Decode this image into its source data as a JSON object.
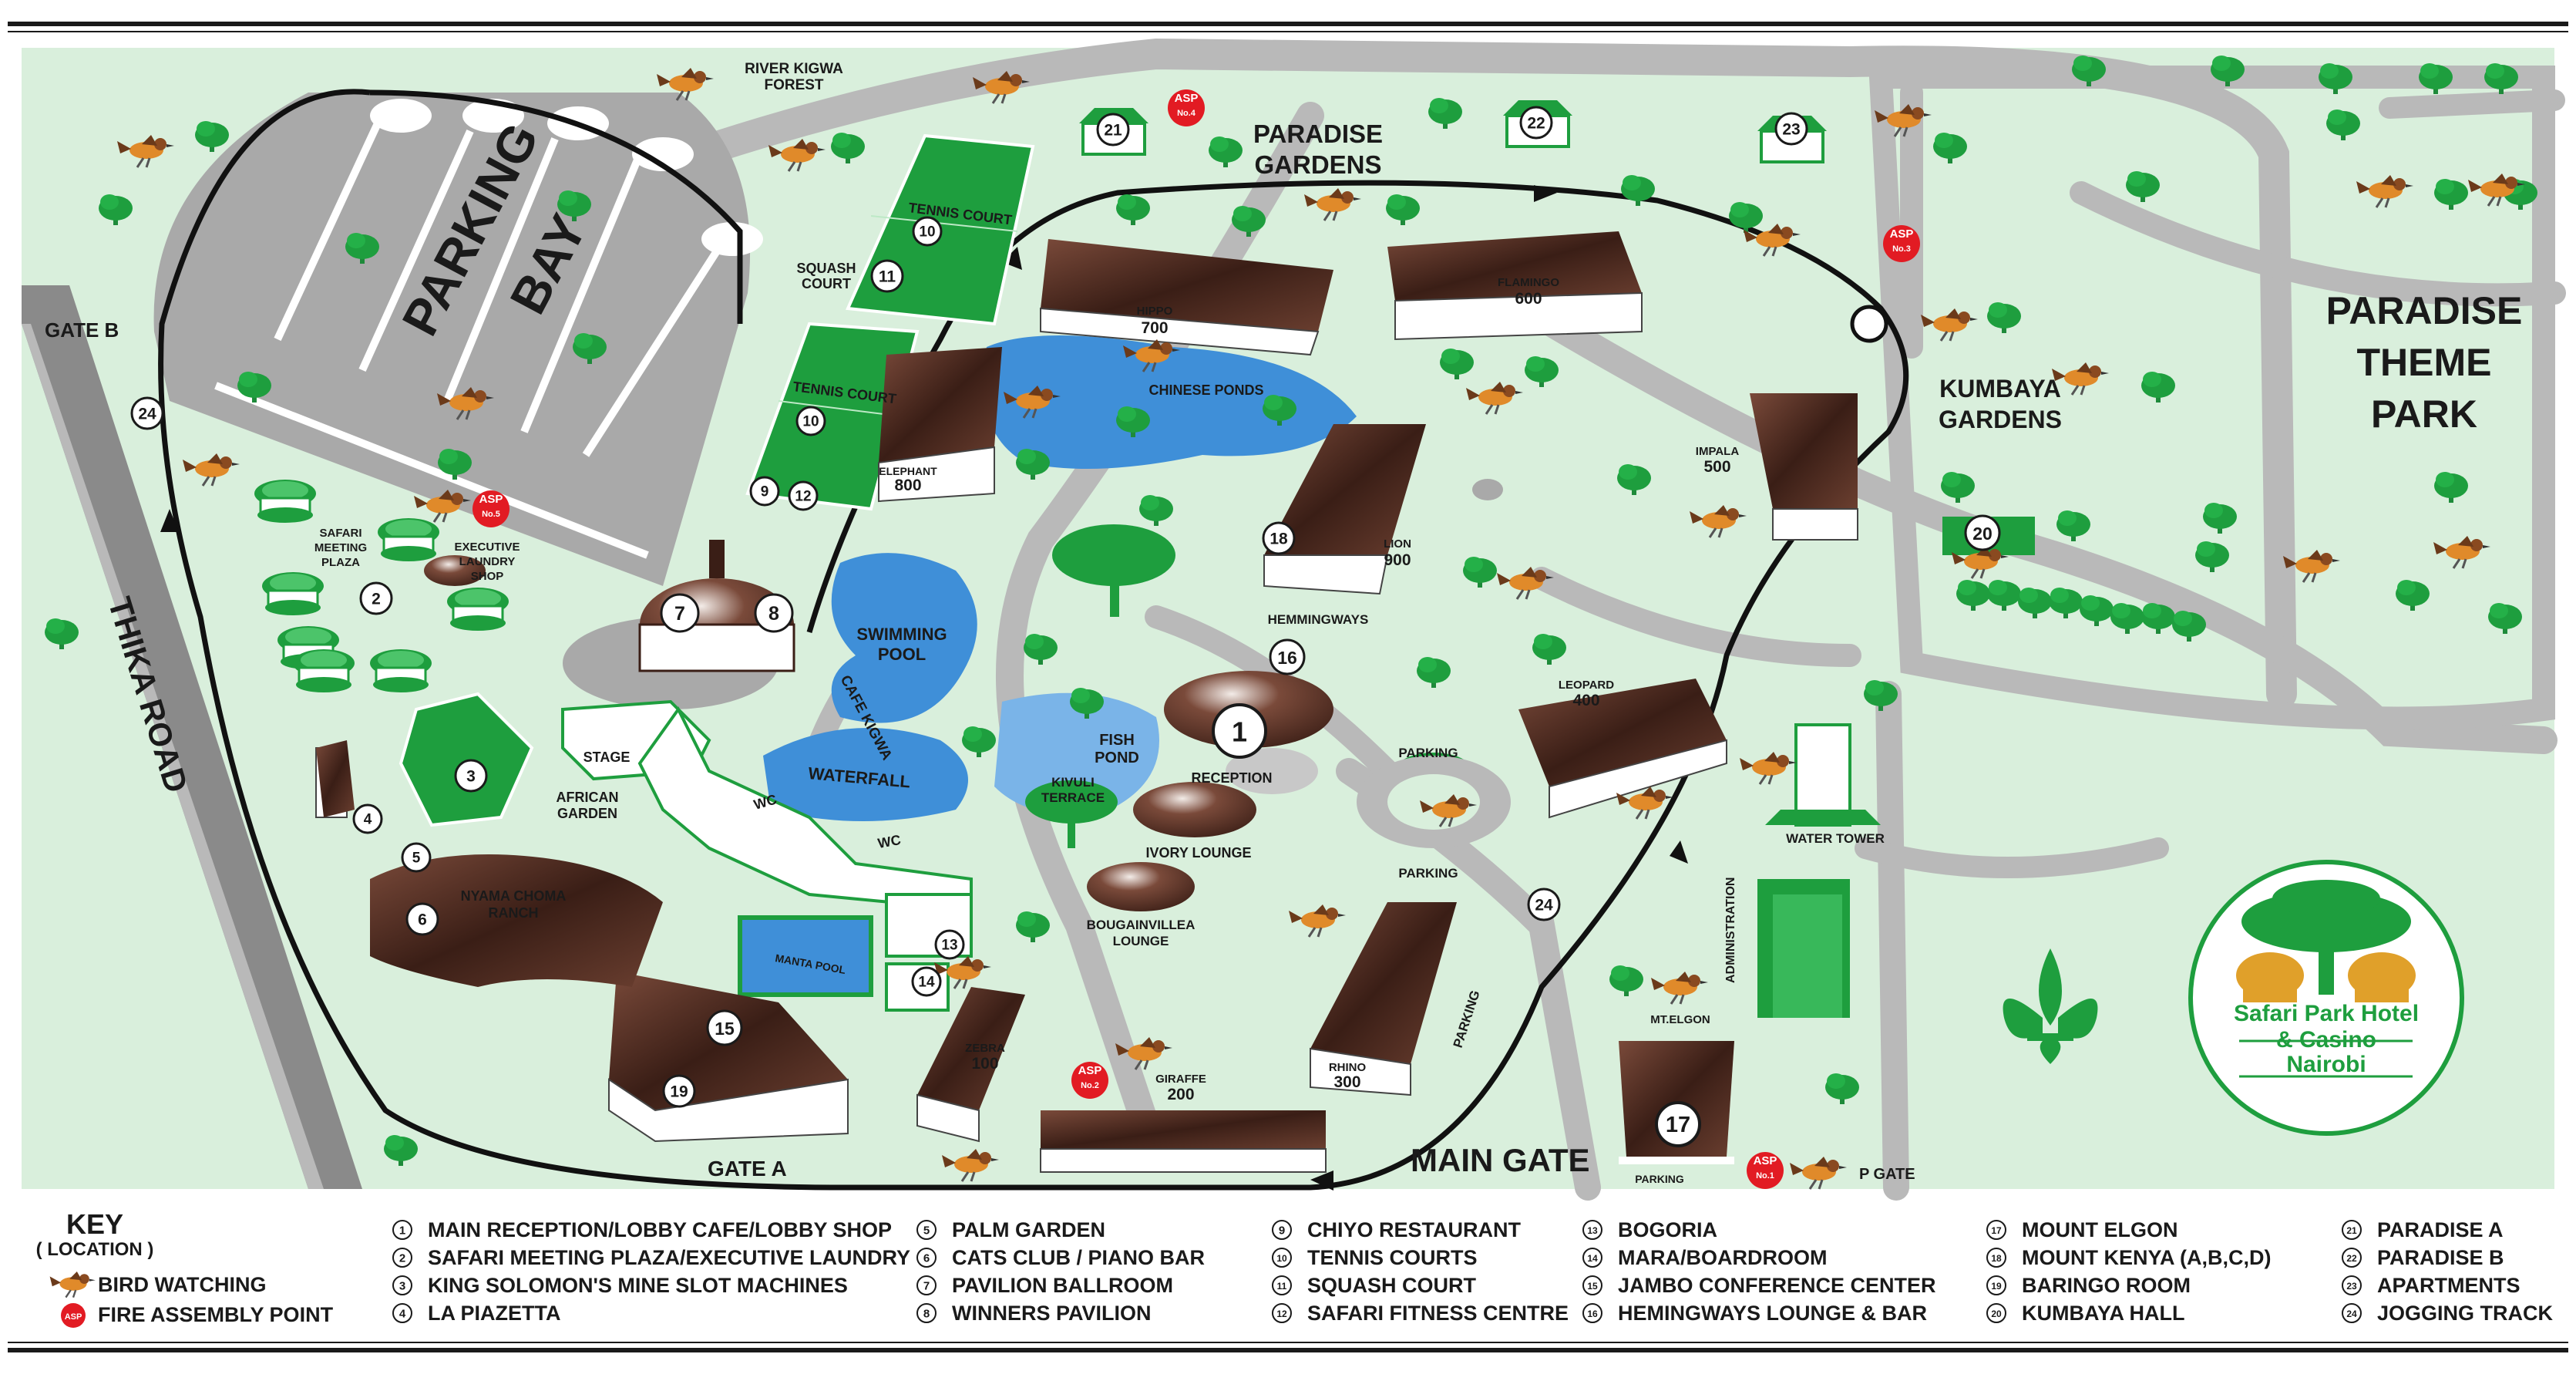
{
  "map": {
    "title_region": "PARADISE THEME PARK",
    "title_lines": [
      "PARADISE",
      "THEME",
      "PARK"
    ],
    "labels": {
      "river_forest": [
        "RIVER KIGWA",
        "FOREST"
      ],
      "parking_bay": [
        "PARKING",
        "BAY"
      ],
      "gate_b": "GATE B",
      "thika_road": "THIKA ROAD",
      "gate_a": "GATE A",
      "main_gate": "MAIN GATE",
      "p_gate": "P GATE",
      "paradise_gardens": [
        "PARADISE",
        "GARDENS"
      ],
      "kumbaya_gardens": [
        "KUMBAYA",
        "GARDENS"
      ],
      "tennis_court": "TENNIS COURT",
      "squash_court": [
        "SQUASH",
        "COURT"
      ],
      "chinese_ponds": "CHINESE PONDS",
      "swimming_pool": [
        "SWIMMING",
        "POOL"
      ],
      "waterfall": "WATERFALL",
      "fish_pond": [
        "FISH",
        "POND"
      ],
      "kivuli_terrace": [
        "KIVULI",
        "TERRACE"
      ],
      "cafe_kigwa": "CAFE KIGWA",
      "stage": "STAGE",
      "african_garden": [
        "AFRICAN",
        "GARDEN"
      ],
      "wc": "WC",
      "nyama_choma": [
        "NYAMA CHOMA",
        "RANCH"
      ],
      "manta_pool": "MANTA POOL",
      "safari_meeting": [
        "SAFARI",
        "MEETING",
        "PLAZA"
      ],
      "executive_laundry": [
        "EXECUTIVE",
        "LAUNDRY",
        "SHOP"
      ],
      "reception": "RECEPTION",
      "ivory_lounge": "IVORY LOUNGE",
      "bougainvillea": [
        "BOUGAINVILLEA",
        "LOUNGE"
      ],
      "hemmingways": "HEMMINGWAYS",
      "parking": "PARKING",
      "administration": "ADMINISTRATION",
      "water_tower": "WATER TOWER",
      "mt_elgon": "MT.ELGON",
      "hippo": [
        "HIPPO",
        "700"
      ],
      "flamingo": [
        "FLAMINGO",
        "600"
      ],
      "elephant": [
        "ELEPHANT",
        "800"
      ],
      "lion": [
        "LION",
        "900"
      ],
      "impala": [
        "IMPALA",
        "500"
      ],
      "leopard": [
        "LEOPARD",
        "400"
      ],
      "zebra": [
        "ZEBRA",
        "100"
      ],
      "giraffe": [
        "GIRAFFE",
        "200"
      ],
      "rhino": [
        "RHINO",
        "300"
      ]
    },
    "asp_points": [
      {
        "line1": "ASP",
        "line2": "No.1"
      },
      {
        "line1": "ASP",
        "line2": "No.2"
      },
      {
        "line1": "ASP",
        "line2": "No.3"
      },
      {
        "line1": "ASP",
        "line2": "No.4"
      },
      {
        "line1": "ASP",
        "line2": "No.5"
      }
    ],
    "numbers": [
      "1",
      "2",
      "3",
      "4",
      "5",
      "6",
      "7",
      "8",
      "9",
      "10",
      "11",
      "12",
      "13",
      "14",
      "15",
      "16",
      "17",
      "18",
      "19",
      "20",
      "21",
      "22",
      "23",
      "24"
    ],
    "logo": {
      "line1": "Safari Park Hotel",
      "line2": "& Casino",
      "line3": "Nairobi"
    },
    "colors": {
      "grass": "#d9efdc",
      "road": "#b9b9b9",
      "green": "#1e9e3e",
      "brown": "#4a2a20",
      "water": "#3f8fd8",
      "asp_red": "#e21b23"
    }
  },
  "key": {
    "title": "KEY",
    "subtitle": "( LOCATION )",
    "legend": [
      {
        "icon": "bird-icon",
        "label": "BIRD WATCHING"
      },
      {
        "icon": "fire-assembly-icon",
        "label": "FIRE ASSEMBLY POINT",
        "badge": "ASP"
      }
    ],
    "columns": [
      [
        {
          "n": "1",
          "label": "MAIN RECEPTION/LOBBY CAFE/LOBBY SHOP"
        },
        {
          "n": "2",
          "label": "SAFARI MEETING PLAZA/EXECUTIVE LAUNDRY"
        },
        {
          "n": "3",
          "label": "KING SOLOMON'S MINE SLOT MACHINES"
        },
        {
          "n": "4",
          "label": "LA PIAZETTA"
        }
      ],
      [
        {
          "n": "5",
          "label": "PALM GARDEN"
        },
        {
          "n": "6",
          "label": "CATS CLUB / PIANO BAR"
        },
        {
          "n": "7",
          "label": "PAVILION BALLROOM"
        },
        {
          "n": "8",
          "label": "WINNERS PAVILION"
        }
      ],
      [
        {
          "n": "9",
          "label": "CHIYO RESTAURANT"
        },
        {
          "n": "10",
          "label": "TENNIS COURTS"
        },
        {
          "n": "11",
          "label": "SQUASH COURT"
        },
        {
          "n": "12",
          "label": "SAFARI FITNESS CENTRE"
        }
      ],
      [
        {
          "n": "13",
          "label": "BOGORIA"
        },
        {
          "n": "14",
          "label": "MARA/BOARDROOM"
        },
        {
          "n": "15",
          "label": "JAMBO CONFERENCE CENTER"
        },
        {
          "n": "16",
          "label": "HEMINGWAYS LOUNGE & BAR"
        }
      ],
      [
        {
          "n": "17",
          "label": "MOUNT ELGON"
        },
        {
          "n": "18",
          "label": "MOUNT KENYA (A,B,C,D)"
        },
        {
          "n": "19",
          "label": "BARINGO ROOM"
        },
        {
          "n": "20",
          "label": "KUMBAYA HALL"
        }
      ],
      [
        {
          "n": "21",
          "label": "PARADISE A"
        },
        {
          "n": "22",
          "label": "PARADISE B"
        },
        {
          "n": "23",
          "label": "APARTMENTS"
        },
        {
          "n": "24",
          "label": "JOGGING TRACK"
        }
      ]
    ]
  }
}
